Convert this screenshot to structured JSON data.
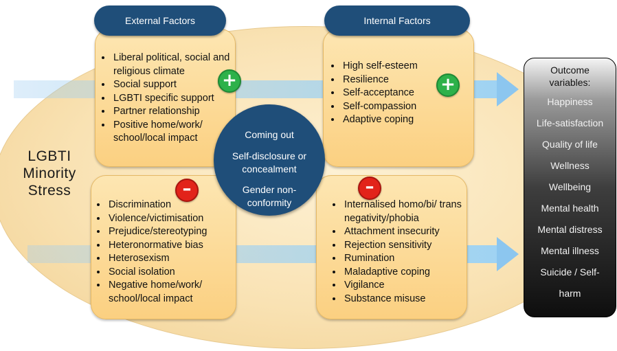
{
  "headers": {
    "external": "External Factors",
    "internal": "Internal Factors"
  },
  "main_title": [
    "LGBTI",
    "Minority",
    "Stress"
  ],
  "external_positive": [
    "Liberal  political, social and religious climate",
    "Social support",
    "LGBTI specific support",
    "Partner relationship",
    "Positive home/work/ school/local impact"
  ],
  "internal_positive": [
    "High self-esteem",
    "Resilience",
    "Self-acceptance",
    "Self-compassion",
    "Adaptive coping"
  ],
  "external_negative": [
    "Discrimination",
    "Violence/victimisation",
    "Prejudice/stereotyping",
    "Heteronormative bias",
    "Heterosexism",
    "Social isolation",
    "Negative home/work/ school/local impact"
  ],
  "internal_negative": [
    "Internalised homo/bi/ trans negativity/phobia",
    "Attachment insecurity",
    "Rejection sensitivity",
    "Rumination",
    "Maladaptive coping",
    "Vigilance",
    "Substance misuse"
  ],
  "center": {
    "coming_out": "Coming out",
    "disclosure": "Self-disclosure or concealment",
    "gender": "Gender non-conformity"
  },
  "signs": {
    "plus": "+",
    "minus": "–"
  },
  "outcome": {
    "heading": "Outcome variables:",
    "items": [
      "Happiness",
      "Life-satisfaction",
      "Quality of life",
      "Wellness",
      "Wellbeing",
      "Mental health",
      "Mental distress",
      "Mental illness",
      "Suicide / Self-",
      "harm"
    ]
  },
  "colors": {
    "navy": "#1f4e79",
    "positive": "#2db14a",
    "negative": "#e2231a",
    "box": "#fbd081",
    "arrow": "#9fd3f3"
  }
}
